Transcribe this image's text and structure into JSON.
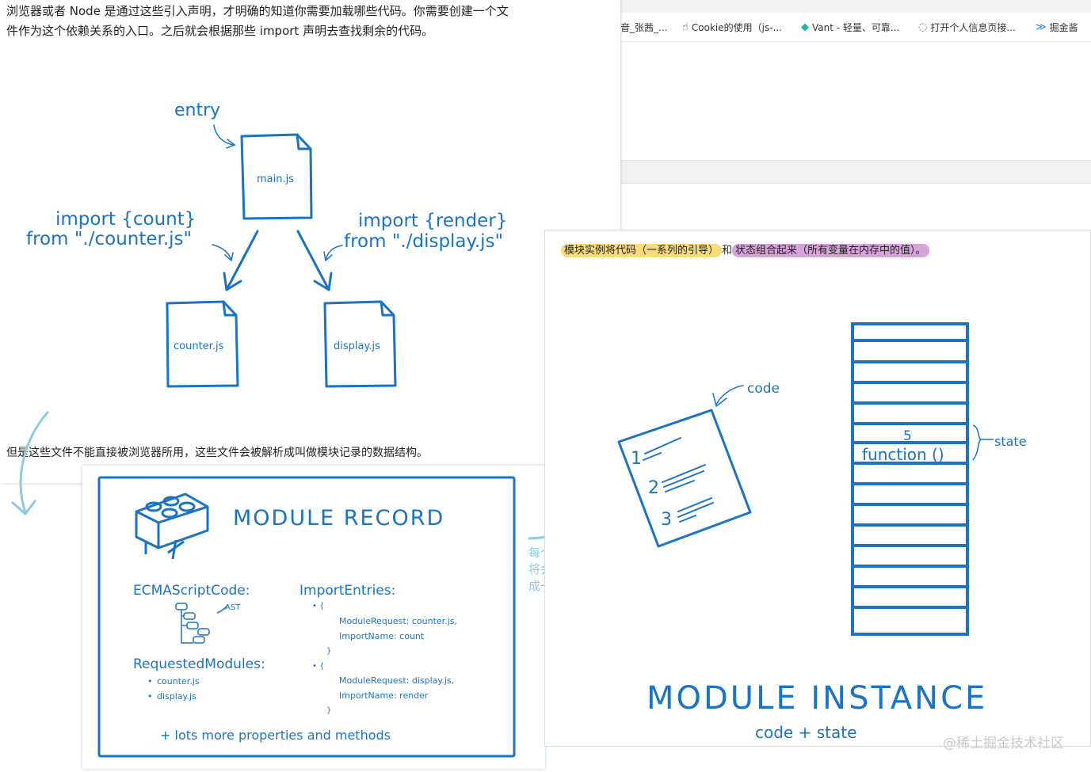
{
  "article": {
    "paragraph_1_line_1": "浏览器或者 Node 是通过这些引入声明，才明确的知道你需要加载哪些代码。你需要创建一个文",
    "paragraph_1_line_2": "件作为这个依赖关系的入口。之后就会根据那些 import 声明去查找剩余的代码。",
    "paragraph_2": "但是这些文件不能直接被浏览器所用，这些文件会被解析成叫做模块记录的数据结构。"
  },
  "dependency_diagram": {
    "entry_label": "entry",
    "main_file": "main.js",
    "left_import_line1": "import {count}",
    "left_import_line2": "from \"./counter.js\"",
    "right_import_line1": "import {render}",
    "right_import_line2": "from \"./display.js\"",
    "counter_file": "counter.js",
    "display_file": "display.js"
  },
  "bookmarks": [
    {
      "label": "音_张茜_...",
      "icon": "none"
    },
    {
      "label": "Cookie的使用（js-...",
      "icon": "hand-icon"
    },
    {
      "label": "Vant - 轻量、可靠...",
      "icon": "vant-icon"
    },
    {
      "label": "打开个人信息页接...",
      "icon": "headset-icon"
    },
    {
      "label": "掘金酱",
      "icon": "juejin-icon"
    }
  ],
  "module_record": {
    "title": "MODULE RECORD",
    "ecmascript_code": "ECMAScriptCode:",
    "ast_label": "AST",
    "import_entries": "ImportEntries:",
    "entry1_request": "ModuleRequest: counter.js,",
    "entry1_name": "ImportName: count",
    "entry2_request": "ModuleRequest: display.js,",
    "entry2_name": "ImportName: render",
    "requested_modules": "RequestedModules:",
    "req_module_1": "counter.js",
    "req_module_2": "display.js",
    "footer": "+ lots more properties and methods"
  },
  "annotation": {
    "line1": "每个模块记录",
    "line2": "将会被转变",
    "line3": "成一个模块实例"
  },
  "module_instance": {
    "caption_highlight_1": "模块实例将代码（一系列的引导）",
    "caption_mid": "和",
    "caption_highlight_2": "状态组合起来（所有变量在内存中的值）。",
    "code_label": "code",
    "code_lines": [
      "1",
      "2",
      "3"
    ],
    "state_label": "state",
    "state_value": "5",
    "state_function": "function ()",
    "title": "MODULE INSTANCE",
    "subtitle": "code + state"
  },
  "watermark": "@稀土掘金技术社区",
  "colors": {
    "sketch_blue": "#1a73c4",
    "light_blue": "#8ccbe0",
    "highlight_yellow": "#f7dc7a",
    "highlight_purple": "#d6a5d8"
  }
}
